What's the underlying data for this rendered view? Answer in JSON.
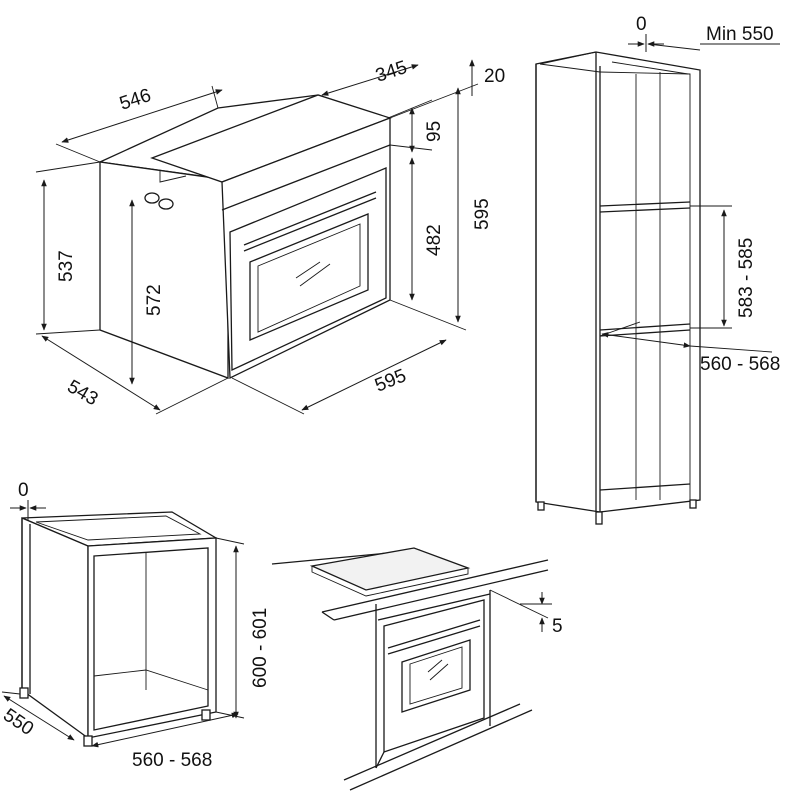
{
  "oven": {
    "width": "546",
    "depth_top": "345",
    "offset_top": "20",
    "height_panel": "95",
    "height_door": "482",
    "height_total": "595",
    "height_side": "537",
    "height_inner": "572",
    "depth_bottom": "543",
    "width_front": "595"
  },
  "column": {
    "gap": "0",
    "min_depth": "Min 550",
    "niche_height": "583 - 585",
    "niche_width": "560 - 568"
  },
  "under_counter": {
    "gap": "0",
    "height": "600 - 601",
    "depth": "550",
    "width": "560 - 568"
  },
  "hob": {
    "clearance": "5"
  }
}
